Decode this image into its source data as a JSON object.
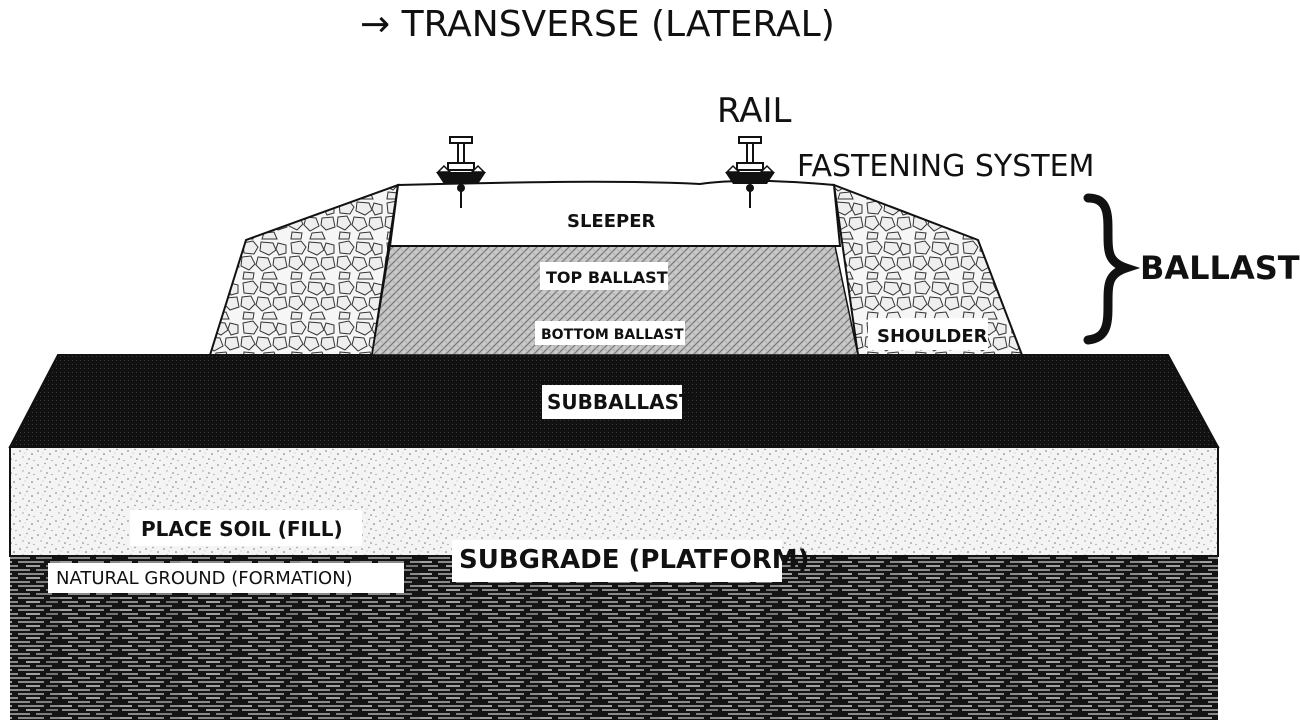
{
  "title": "→ TRANSVERSE (LATERAL)",
  "labels": {
    "rail": "RAIL",
    "fastening_system": "FASTENING SYSTEM",
    "ballast": "BALLAST",
    "sleeper": "SLEEPER",
    "top_ballast": "TOP BALLAST",
    "bottom_ballast": "BOTTOM BALLAST",
    "shoulder": "SHOULDER",
    "subballast": "SUBBALLAST",
    "place_soil": "PLACE SOIL (FILL)",
    "subgrade": "SUBGRADE (PLATFORM)",
    "natural_ground": "NATURAL GROUND (FORMATION)"
  },
  "colors": {
    "line": "#111111",
    "subballast": "#141414",
    "fill_soil": "#f3f3f3",
    "ground": "#151515",
    "ballast_hatch": "#9a9a9a",
    "shoulder_stone": "#f4f4f4"
  }
}
